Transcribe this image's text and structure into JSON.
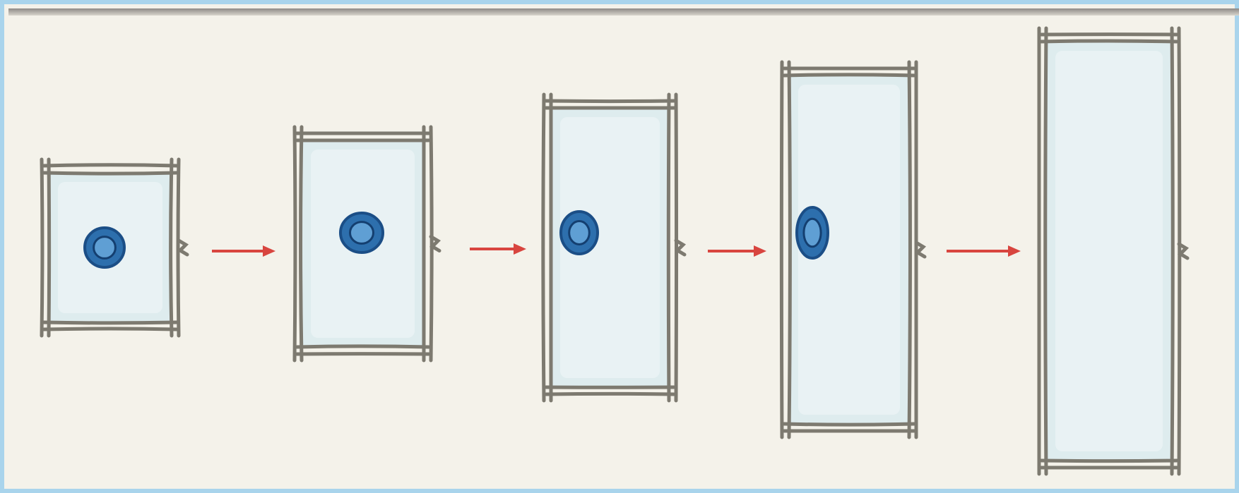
{
  "diagram": {
    "description_labels": [],
    "stages": [
      {
        "name": "stage-1",
        "has_nucleus": true
      },
      {
        "name": "stage-2",
        "has_nucleus": true
      },
      {
        "name": "stage-3",
        "has_nucleus": true
      },
      {
        "name": "stage-4",
        "has_nucleus": true
      },
      {
        "name": "stage-5",
        "has_nucleus": false
      }
    ],
    "arrow_count": 4,
    "colors": {
      "background": "#f4f2ea",
      "border": "#a9d4ec",
      "cell_wall": "#7d7a70",
      "cytoplasm": "#dcebee",
      "nucleus": "#2d6fad",
      "nucleus_ring": "#1b4e86",
      "arrow": "#d8453f"
    }
  }
}
